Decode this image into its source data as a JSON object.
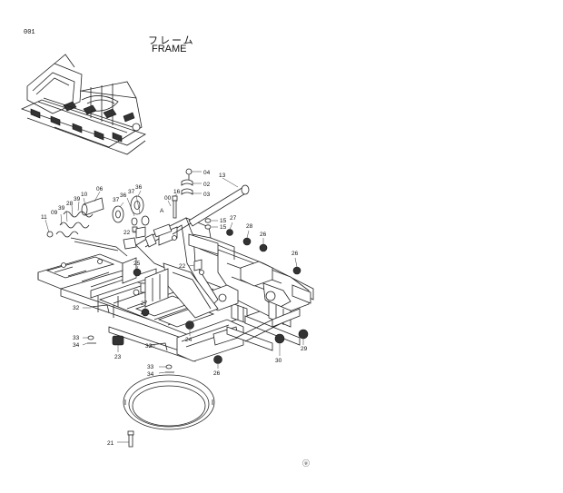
{
  "header": {
    "page_code": "001",
    "title_jp": "フレーム",
    "title_en": "FRAME"
  },
  "footer": {
    "mark": "ⓤ"
  },
  "part_labels": [
    {
      "id": "p04",
      "text": "04"
    },
    {
      "id": "p02",
      "text": "02"
    },
    {
      "id": "p03",
      "text": "03"
    },
    {
      "id": "p13",
      "text": "13"
    },
    {
      "id": "p16",
      "text": "16"
    },
    {
      "id": "p00",
      "text": "00"
    },
    {
      "id": "p36",
      "text": "36"
    },
    {
      "id": "p37a",
      "text": "37"
    },
    {
      "id": "p36b",
      "text": "36"
    },
    {
      "id": "p37b",
      "text": "37"
    },
    {
      "id": "p06",
      "text": "06"
    },
    {
      "id": "p10",
      "text": "10"
    },
    {
      "id": "p39",
      "text": "39"
    },
    {
      "id": "p28a",
      "text": "28"
    },
    {
      "id": "p39b",
      "text": "39"
    },
    {
      "id": "p09",
      "text": "09"
    },
    {
      "id": "p11",
      "text": "11"
    },
    {
      "id": "pA",
      "text": "A"
    },
    {
      "id": "p15a",
      "text": "15"
    },
    {
      "id": "p15b",
      "text": "15"
    },
    {
      "id": "p27a",
      "text": "27"
    },
    {
      "id": "p28b",
      "text": "28"
    },
    {
      "id": "p26a",
      "text": "26"
    },
    {
      "id": "p26b",
      "text": "26"
    },
    {
      "id": "p22a",
      "text": "22"
    },
    {
      "id": "p22b",
      "text": "22"
    },
    {
      "id": "p25",
      "text": "25"
    },
    {
      "id": "p27b",
      "text": "27"
    },
    {
      "id": "p32a",
      "text": "32"
    },
    {
      "id": "p33a",
      "text": "33"
    },
    {
      "id": "p34a",
      "text": "34"
    },
    {
      "id": "p23",
      "text": "23"
    },
    {
      "id": "p24",
      "text": "24"
    },
    {
      "id": "p32b",
      "text": "32"
    },
    {
      "id": "p33b",
      "text": "33"
    },
    {
      "id": "p34b",
      "text": "34"
    },
    {
      "id": "p26c",
      "text": "26"
    },
    {
      "id": "p30",
      "text": "30"
    },
    {
      "id": "p29",
      "text": "29"
    },
    {
      "id": "p21",
      "text": "21"
    }
  ]
}
